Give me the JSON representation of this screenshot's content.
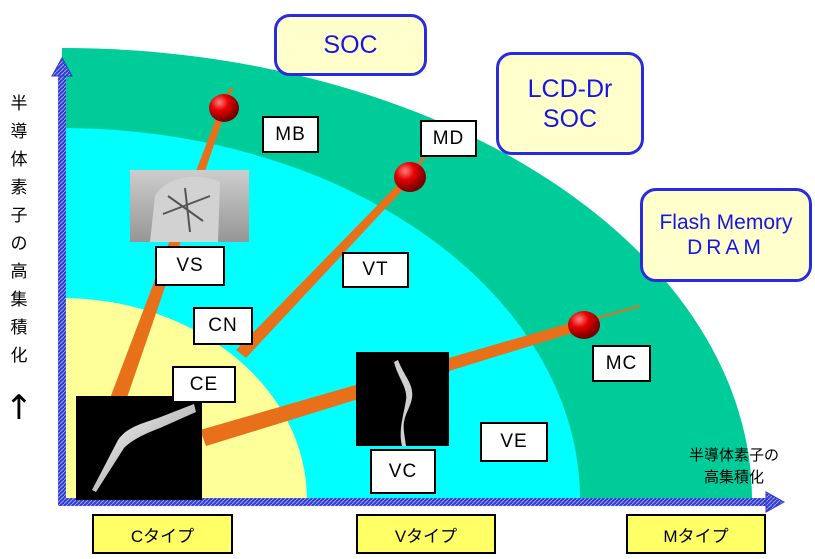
{
  "zones": [
    {
      "id": "soc",
      "line1": "SOC",
      "line2": ""
    },
    {
      "id": "lcd",
      "line1": "LCD-Dr",
      "line2": "SOC"
    },
    {
      "id": "flash",
      "line1": "Flash Memory",
      "line2": "DRAM"
    }
  ],
  "tools": {
    "mb": "MB",
    "md": "MD",
    "mc": "MC",
    "vs": "VS",
    "vt": "VT",
    "cn": "CN",
    "ce": "CE",
    "vc": "VC",
    "ve": "VE"
  },
  "axis": {
    "y_label_chars": [
      "半",
      "導",
      "体",
      "素",
      "子",
      "の",
      "高",
      "集",
      "積",
      "化"
    ],
    "y_arrow": "↑",
    "x_label_line1": "半導体素子の",
    "x_label_line2": "高集積化"
  },
  "types": {
    "c": "Cタイプ",
    "v": "Vタイプ",
    "m": "Mタイプ"
  },
  "colors": {
    "outer_zone": "#00cc99",
    "middle_zone": "#00ffff",
    "inner_zone": "#ffff99",
    "axis": "#3333cc",
    "probe_line": "#e8701a",
    "ball": "#e60000",
    "zone_text": "#1515e6",
    "type_fill": "#ffff66"
  }
}
